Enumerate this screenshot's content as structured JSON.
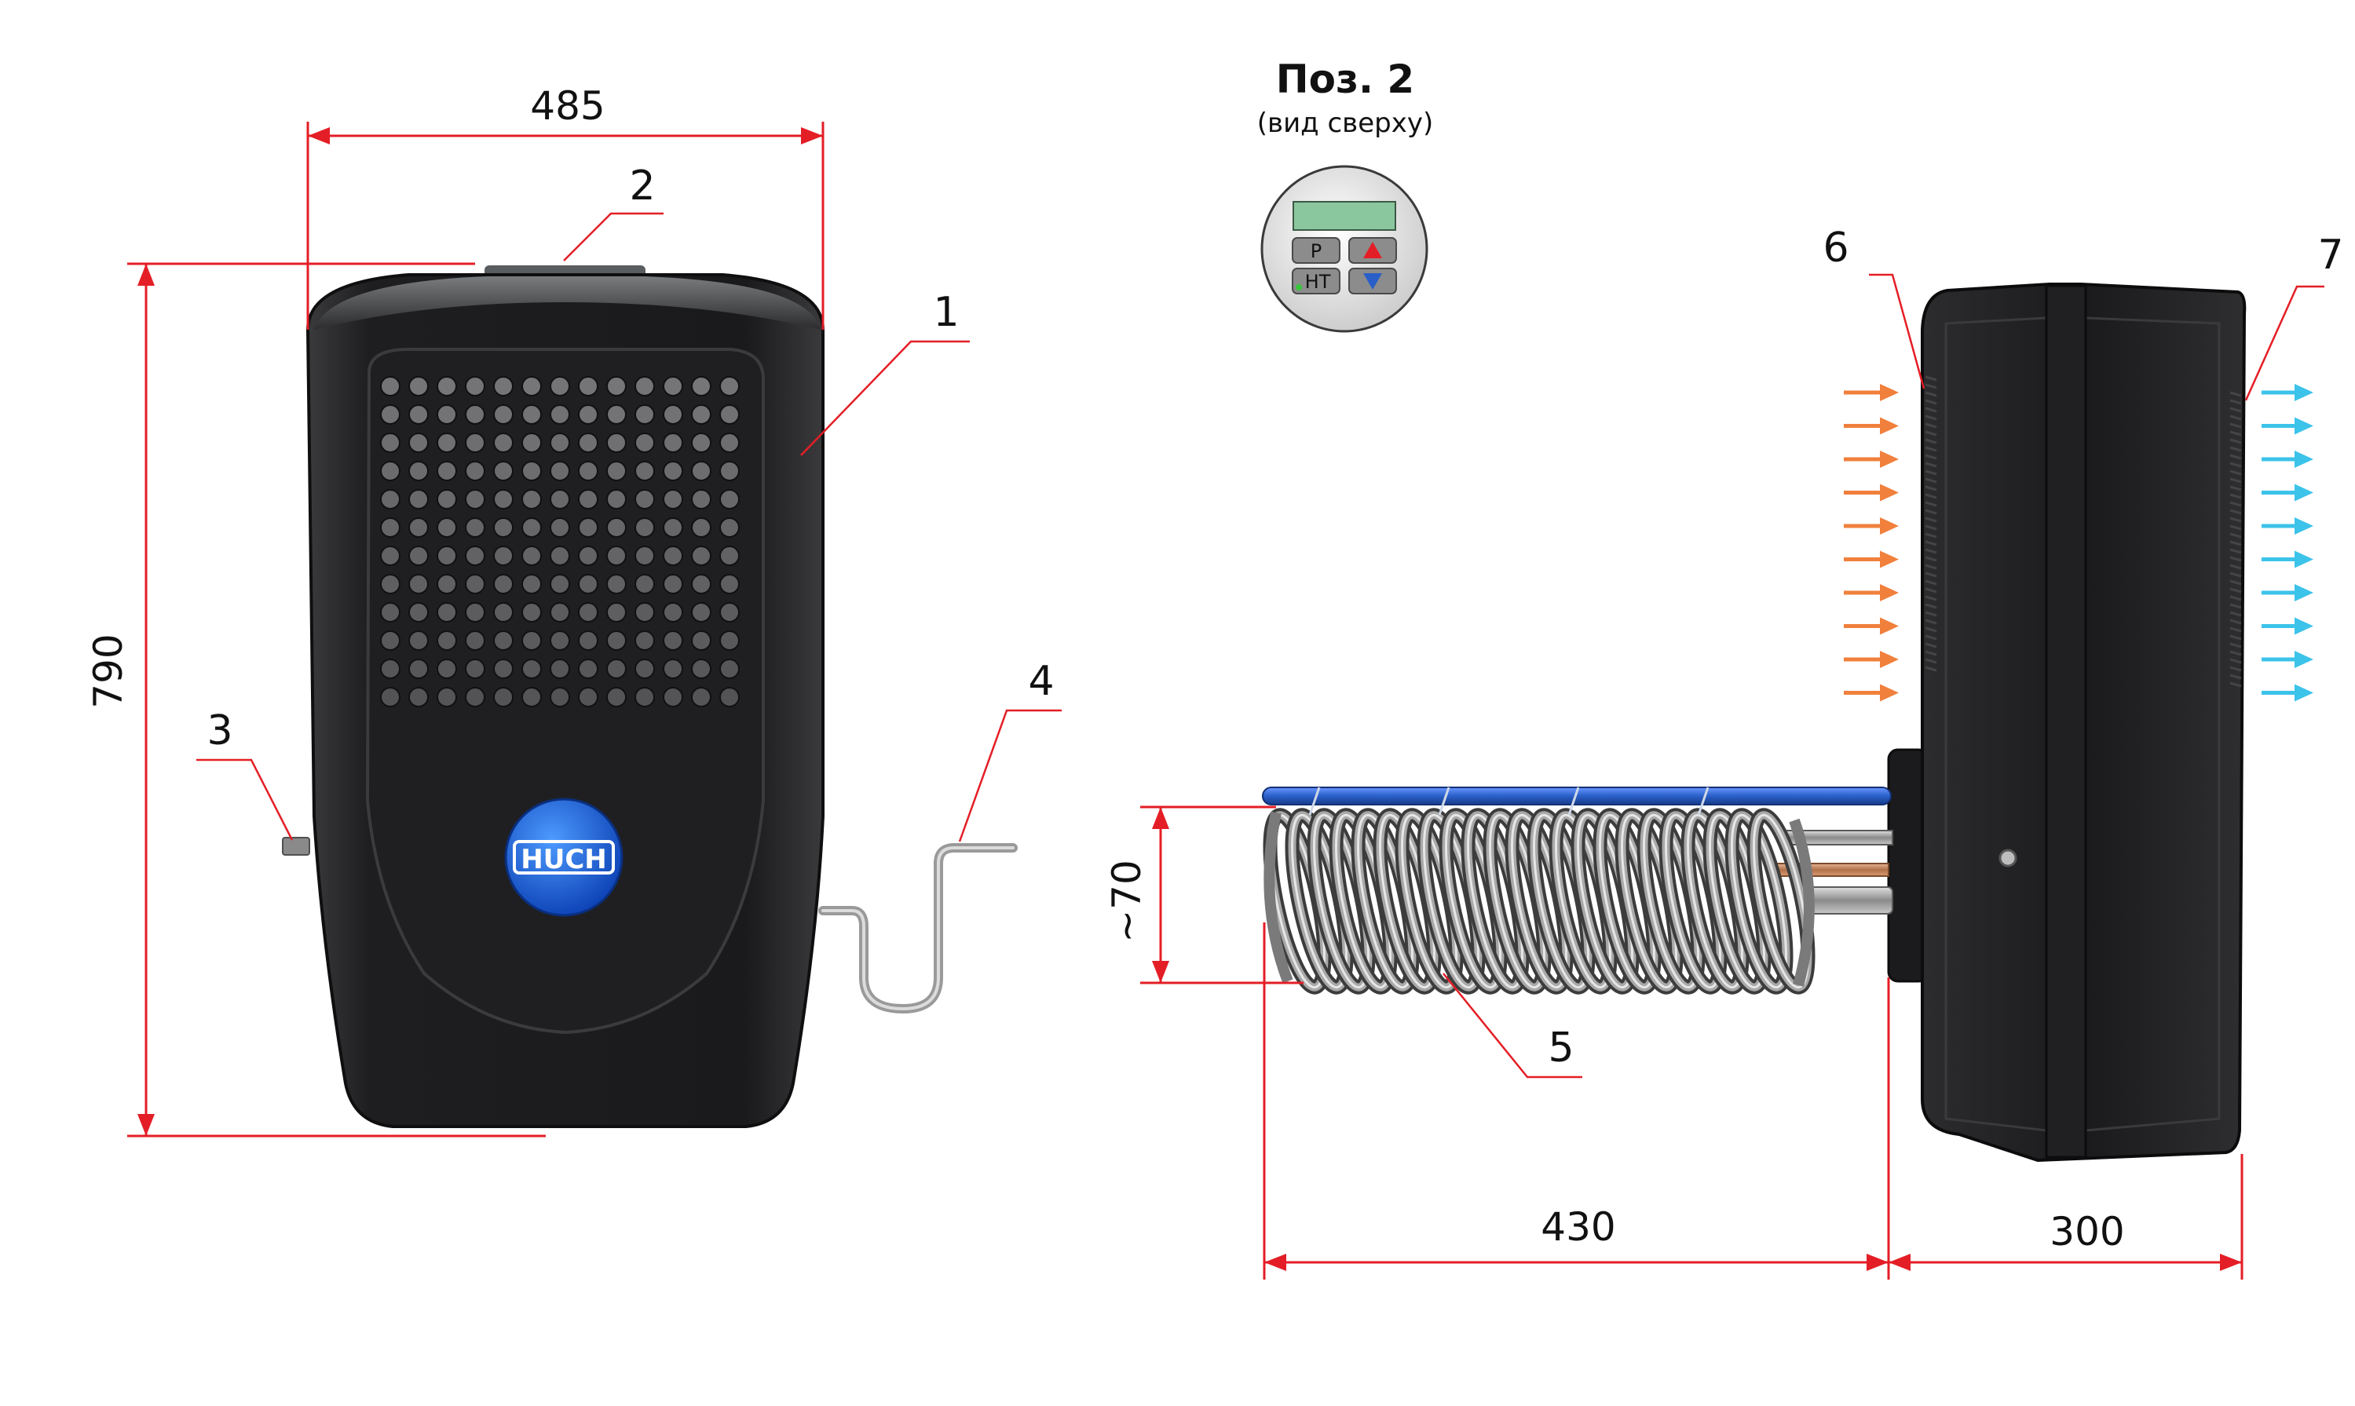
{
  "colors": {
    "dimension": "#e41e26",
    "leader": "#e41e26",
    "body": "#1c1c1e",
    "inlet_arrow": "#f0803c",
    "outlet_arrow": "#3cc3ea",
    "cold_tube": "#2a5fc9",
    "logo_blue": "#1e6be0"
  },
  "dimensions": {
    "width_front": "485",
    "height_front": "790",
    "coil_diameter": "~70",
    "probe_length": "430",
    "body_depth": "300"
  },
  "callouts": {
    "c1": "1",
    "c2": "2",
    "c3": "3",
    "c4": "4",
    "c5": "5",
    "c6": "6",
    "c7": "7"
  },
  "inset": {
    "title": "Поз. 2",
    "subtitle": "(вид сверху)",
    "button_p": "P",
    "button_ht": "HT"
  },
  "logo": {
    "text": "HUCH"
  },
  "icons": {
    "up_arrow": "triangle-up-icon",
    "down_arrow": "triangle-down-icon"
  }
}
